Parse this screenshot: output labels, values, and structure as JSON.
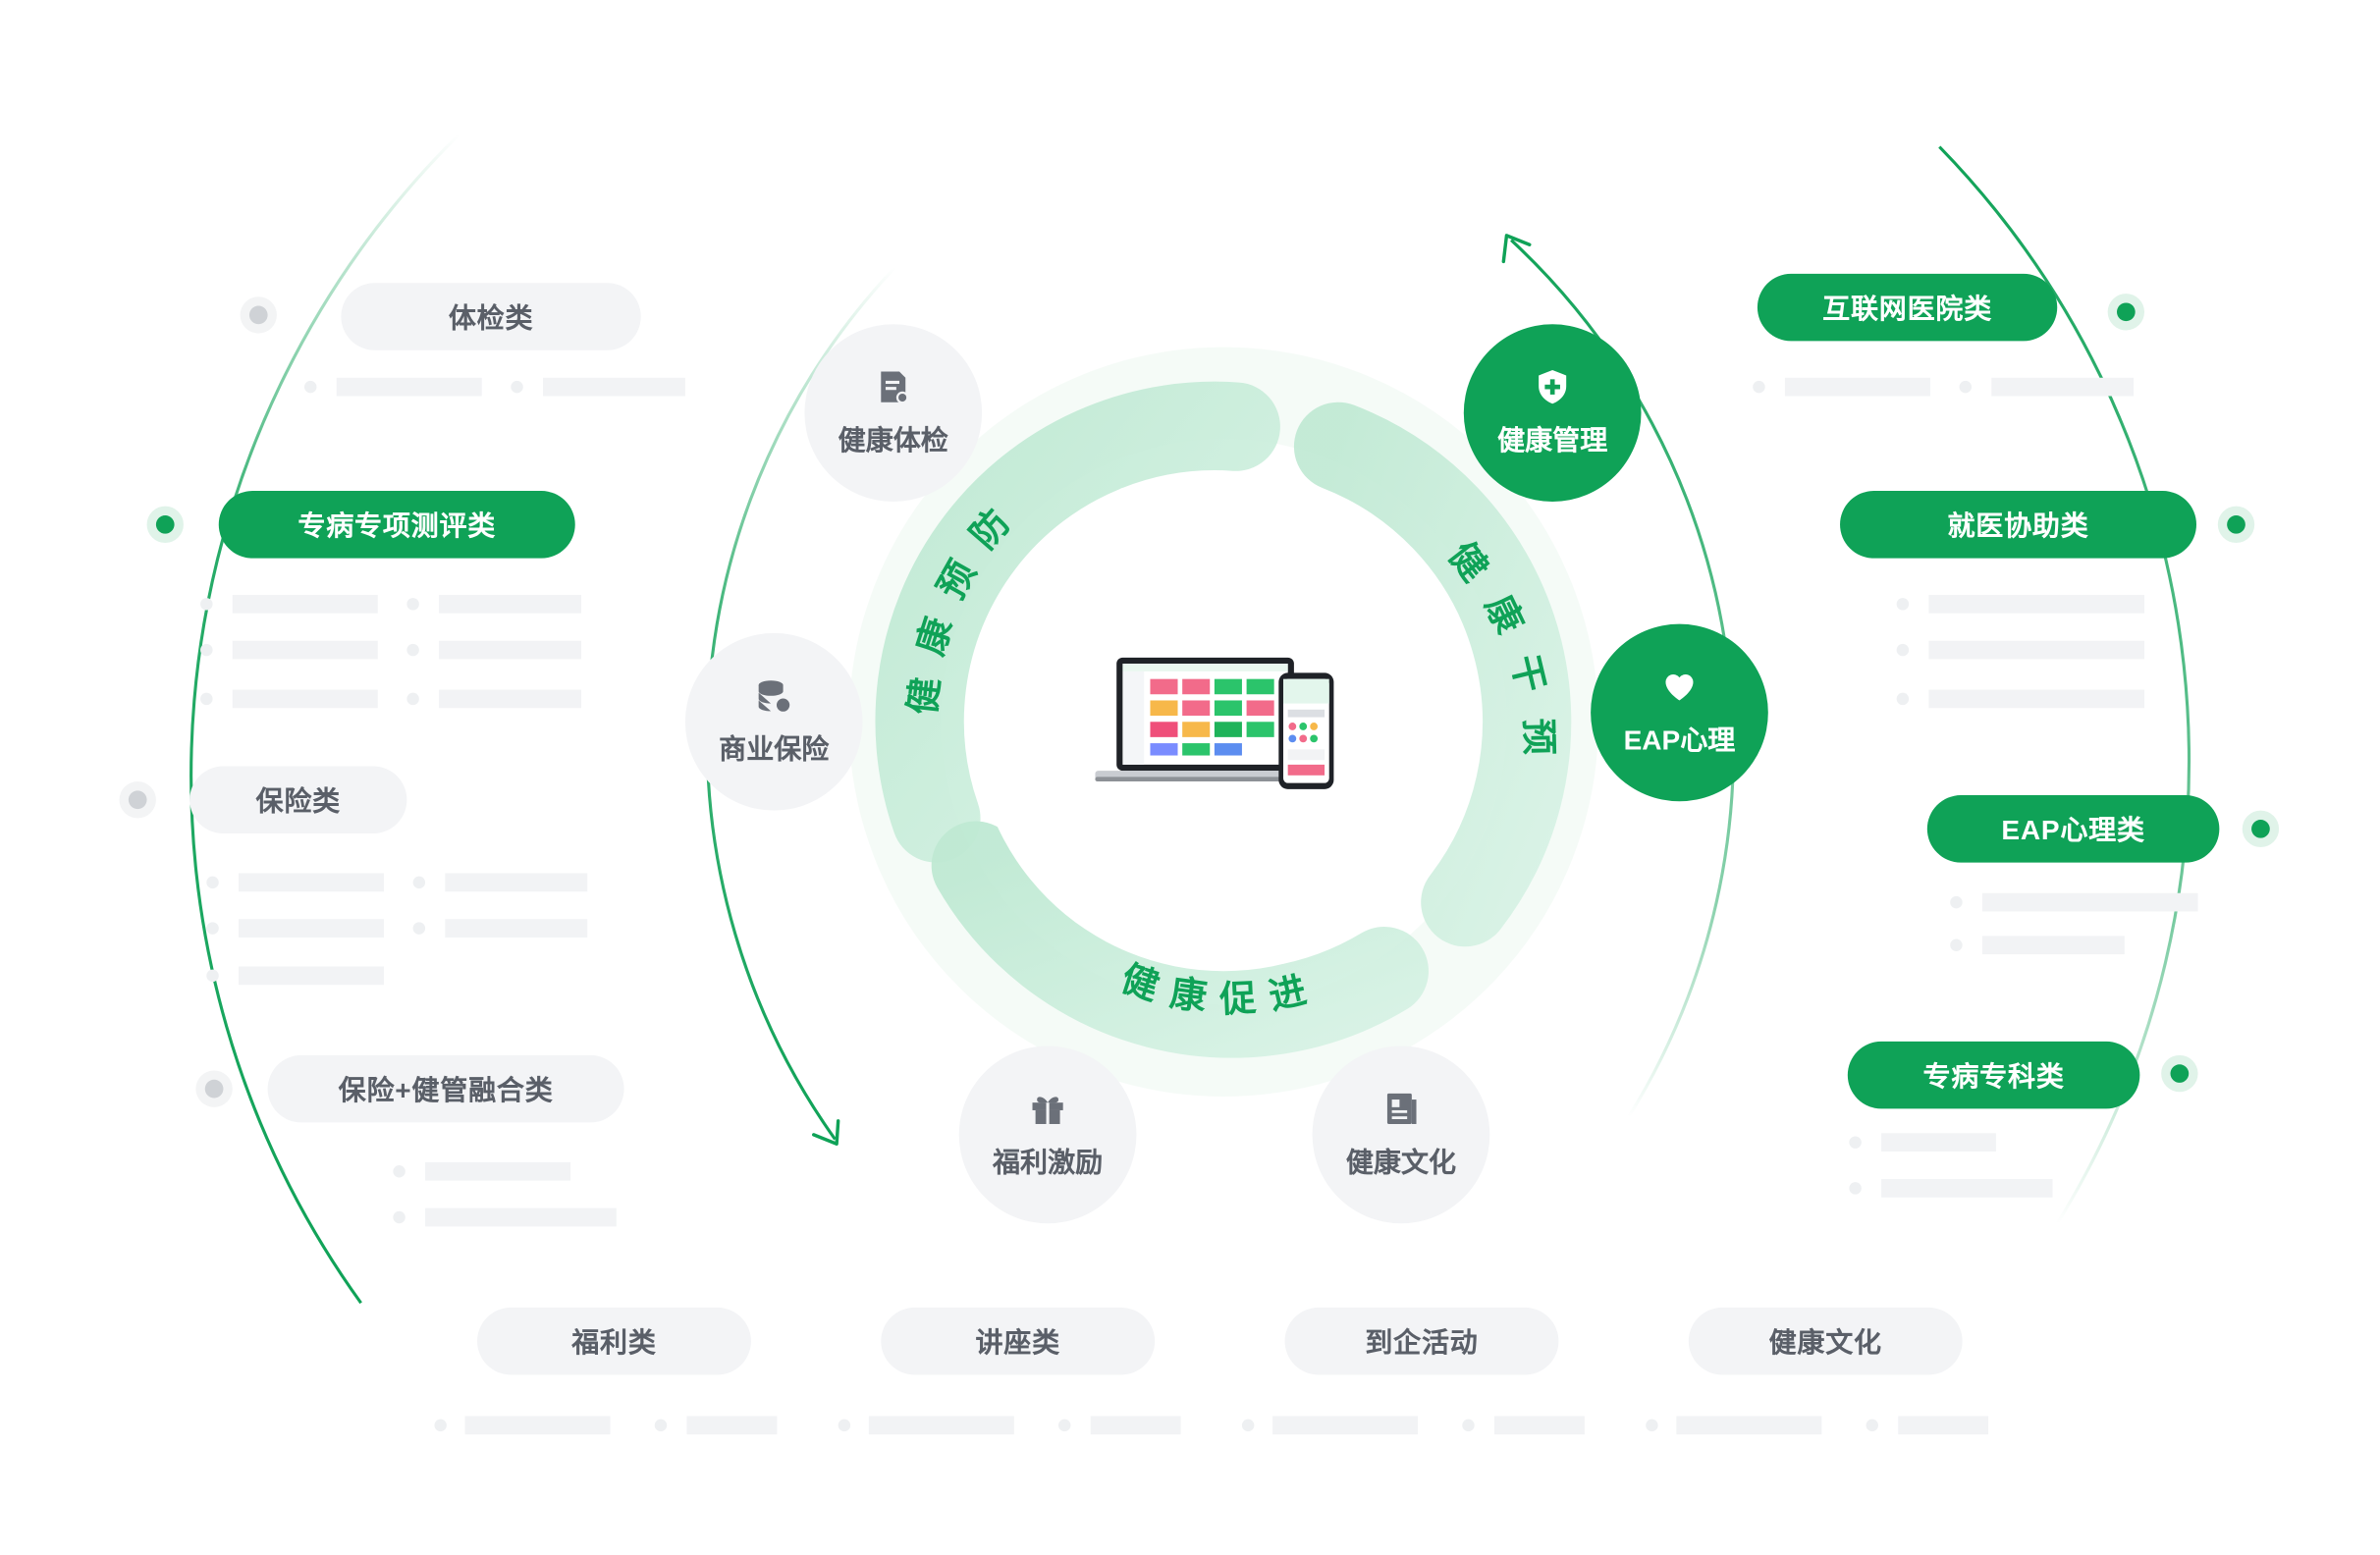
{
  "left_categories": [
    {
      "label": "体检类",
      "active": false
    },
    {
      "label": "专病专项测评类",
      "active": true
    },
    {
      "label": "保险类",
      "active": false
    },
    {
      "label": "保险+健管融合类",
      "active": false
    }
  ],
  "right_categories": [
    {
      "label": "互联网医院类",
      "active": true
    },
    {
      "label": "就医协助类",
      "active": true
    },
    {
      "label": "EAP心理类",
      "active": true
    },
    {
      "label": "专病专科类",
      "active": true
    }
  ],
  "bottom_categories": [
    {
      "label": "福利类"
    },
    {
      "label": "讲座类"
    },
    {
      "label": "到企活动"
    },
    {
      "label": "健康文化"
    }
  ],
  "services": {
    "health_checkup": {
      "label": "健康体检",
      "icon": "checkup-report-icon"
    },
    "commercial_insurance": {
      "label": "商业保险",
      "icon": "coin-stack-icon"
    },
    "welfare_incentive": {
      "label": "福利激励",
      "icon": "gift-icon"
    },
    "health_culture": {
      "label": "健康文化",
      "icon": "newspaper-icon"
    },
    "health_management": {
      "label": "健康管理",
      "icon": "shield-plus-icon"
    },
    "eap_psychology": {
      "label": "EAP心理",
      "icon": "heart-icon"
    }
  },
  "ring_segments": [
    {
      "label": "健康预防"
    },
    {
      "label": "健康干预"
    },
    {
      "label": "健康促进"
    }
  ],
  "center": {
    "icon": "laptop-and-phone-icon"
  },
  "colors": {
    "accent": "#0fa257",
    "ring_light": "#cdeedd",
    "pill_gray": "#f3f4f6",
    "text_gray": "#5a5f68"
  }
}
